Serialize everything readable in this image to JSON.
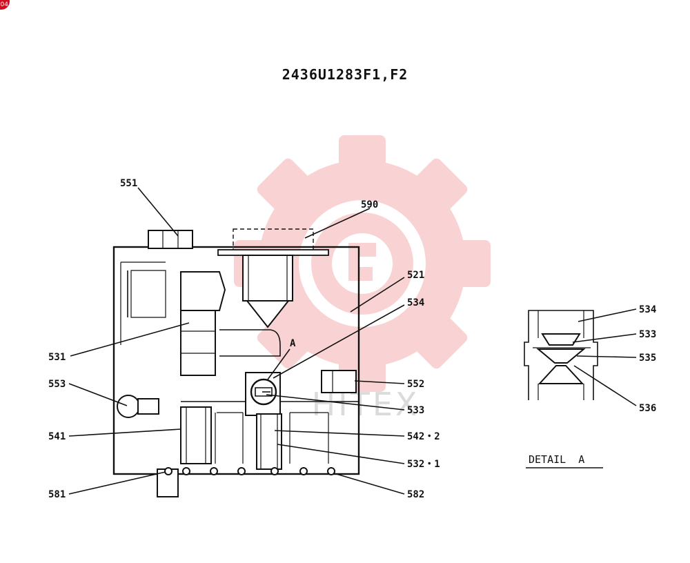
{
  "title": "2436U1283F1,F2",
  "watermark": {
    "text": "HITEX",
    "color": "#e83a3a",
    "icon": "gear-logo-icon"
  },
  "corner_badge": {
    "text": "04",
    "color": "#d01020"
  },
  "main_view": {
    "labels": {
      "p551": "551",
      "p590": "590",
      "p521": "521",
      "p534": "534",
      "p531": "531",
      "detail_ref": "A",
      "p553": "553",
      "p552": "552",
      "p533": "533",
      "p541": "541",
      "p542_2": "542・2",
      "p532_1": "532・1",
      "p581": "581",
      "p582": "582"
    }
  },
  "detail_view": {
    "caption": "DETAIL  A",
    "labels": {
      "p534": "534",
      "p533": "533",
      "p535": "535",
      "p536": "536"
    }
  }
}
